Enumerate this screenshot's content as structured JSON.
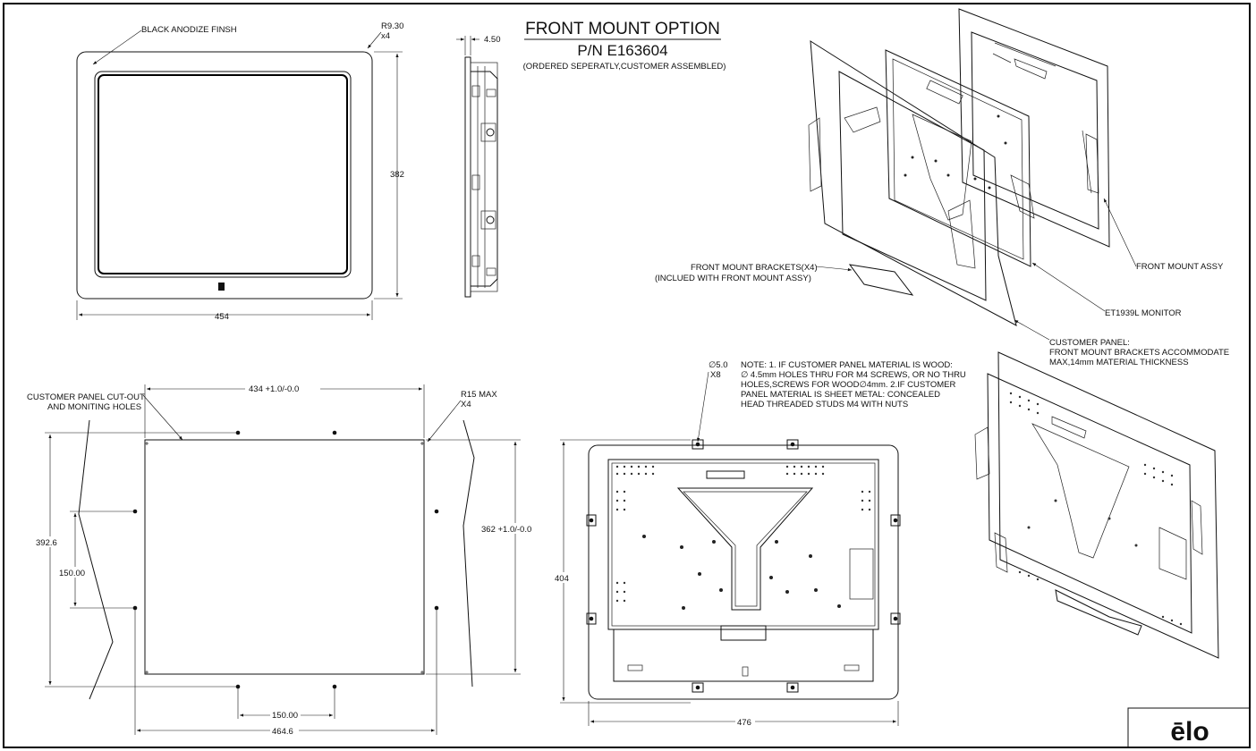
{
  "title": {
    "main": "FRONT MOUNT OPTION",
    "part_number": "P/N E163604",
    "subtitle": "(ORDERED SEPERATLY,CUSTOMER ASSEMBLED)"
  },
  "front_view": {
    "finish_note": "BLACK ANODIZE FINSH",
    "radius": "R9.30",
    "radius_qty": "x4",
    "height": "382",
    "width": "454"
  },
  "side_view": {
    "depth": "4.50"
  },
  "iso_view": {
    "brackets_note_line1": "FRONT MOUNT BRACKETS(X4)",
    "brackets_note_line2": "(INCLUED WITH FRONT MOUNT ASSY)",
    "front_mount_assy": "FRONT MOUNT ASSY",
    "monitor": "ET1939L MONITOR",
    "panel_line1": "CUSTOMER PANEL:",
    "panel_line2": "FRONT MOUNT BRACKETS ACCOMMODATE",
    "panel_line3": "MAX,14mm MATERIAL THICKNESS"
  },
  "cutout_view": {
    "label_line1": "CUSTOMER PANEL CUT-OUT",
    "label_line2": "AND MONITING HOLES",
    "width": "434 +1.0/-0.0",
    "radius": "R15 MAX",
    "radius_qty": "X4",
    "height": "362 +1.0/-0.0",
    "hole_span_v": "392.6",
    "hole_pitch_v": "150.00",
    "hole_pitch_h": "150.00",
    "hole_span_h": "464.6"
  },
  "rear_view": {
    "hole_dia": "5.0",
    "hole_qty": "X8",
    "height": "404",
    "width": "476",
    "note_line1": "NOTE: 1. IF CUSTOMER PANEL MATERIAL IS WOOD:",
    "note_line2": "4.5mm HOLES THRU FOR M4 SCREWS, OR NO THRU",
    "note_line3": "HOLES,SCREWS FOR WOOD",
    "note_line3b": "4mm. 2.IF CUSTOMER",
    "note_line4": "PANEL MATERIAL IS SHEET METAL: CONCEALED",
    "note_line5": "HEAD THREADED STUDS M4 WITH NUTS"
  },
  "title_block": {
    "logo": "ēlo"
  }
}
